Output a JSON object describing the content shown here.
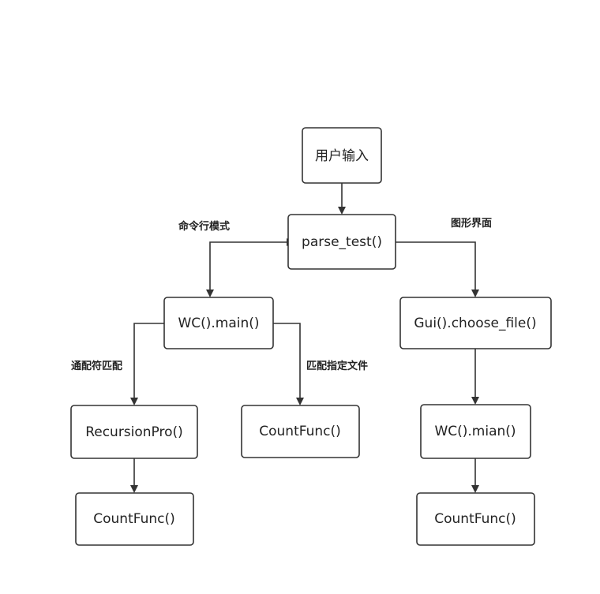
{
  "nodes": {
    "user_input": "用户输入",
    "parse_test": "parse_test()",
    "wc_main": "WC().main()",
    "gui_choose_file": "Gui().choose_file()",
    "recursion_pro": "RecursionPro()",
    "count_func_specified": "CountFunc()",
    "wc_mian": "WC().mian()",
    "count_func_recursion": "CountFunc()",
    "count_func_gui": "CountFunc()"
  },
  "edge_labels": {
    "command_line_mode": "命令行模式",
    "gui_mode": "图形界面",
    "wildcard_match": "通配符匹配",
    "match_specified_file": "匹配指定文件"
  }
}
